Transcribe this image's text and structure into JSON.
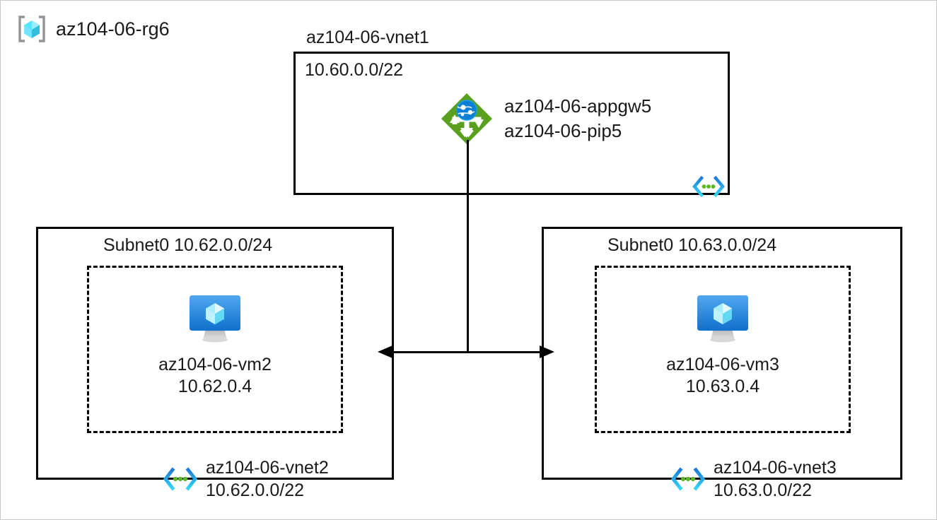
{
  "resource_group": {
    "name": "az104-06-rg6",
    "icon": "resource-group-icon"
  },
  "vnet1": {
    "name": "az104-06-vnet1",
    "cidr": "10.60.0.0/22",
    "badge_icon": "virtual-network-icon"
  },
  "app_gateway": {
    "icon": "application-gateway-icon",
    "name": "az104-06-appgw5",
    "public_ip": "az104-06-pip5"
  },
  "vnet2": {
    "subnet_title": "Subnet0 10.62.0.0/24",
    "badge_icon": "virtual-network-icon",
    "name": "az104-06-vnet2",
    "cidr": "10.62.0.0/22",
    "vm": {
      "icon": "virtual-machine-icon",
      "name": "az104-06-vm2",
      "ip": "10.62.0.4"
    }
  },
  "vnet3": {
    "subnet_title": "Subnet0 10.63.0.0/24",
    "badge_icon": "virtual-network-icon",
    "name": "az104-06-vnet3",
    "cidr": "10.63.0.0/22",
    "vm": {
      "icon": "virtual-machine-icon",
      "name": "az104-06-vm3",
      "ip": "10.63.0.4"
    }
  },
  "connectors": {
    "peering_arrow": "bidirectional-arrow",
    "gateway_line": "vertical-connector"
  },
  "colors": {
    "appgw_green": "#59A01E",
    "vnet_cyan": "#32BEDD",
    "vnet_blue": "#1E7DD6",
    "vnet_dot_green": "#5BB722",
    "vm_blue": "#1C87E8",
    "vm_cube": "#9CEBFF",
    "rg_cube": "#50E6FF",
    "bracket_gray": "#949494",
    "line_black": "#000000",
    "canvas_border": "#c8c8c8"
  }
}
